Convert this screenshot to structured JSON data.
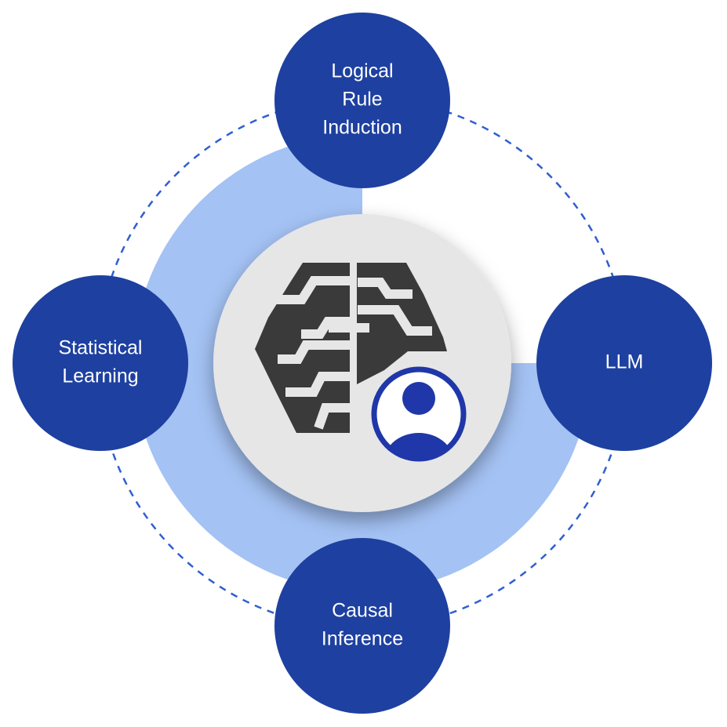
{
  "diagram": {
    "center_icon": "brain-with-user-icon",
    "nodes": [
      {
        "id": "top",
        "lines": [
          "Logical",
          "Rule",
          "Induction"
        ]
      },
      {
        "id": "right",
        "lines": [
          "LLM"
        ]
      },
      {
        "id": "bottom",
        "lines": [
          "Causal",
          "Inference"
        ]
      },
      {
        "id": "left",
        "lines": [
          "Statistical",
          "Learning"
        ]
      }
    ]
  },
  "colors": {
    "node_fill": "#1e40a0",
    "ring_fill": "#a4c2f4",
    "dashed_orbit": "#2f5fd0",
    "center_disc": "#e6e6e6",
    "brain": "#3a3a3a",
    "user_icon": "#1f37a8"
  }
}
